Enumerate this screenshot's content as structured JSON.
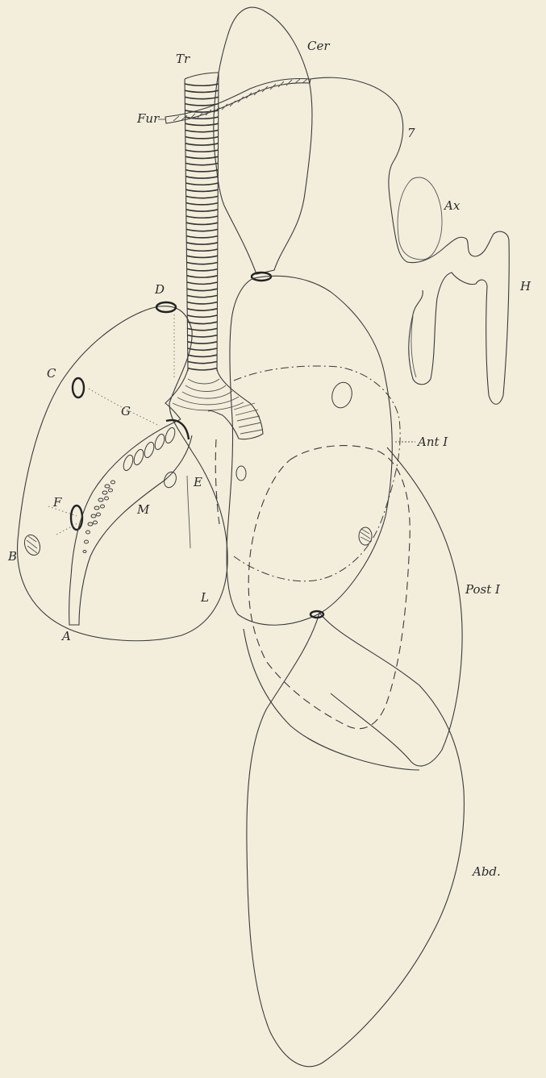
{
  "labels": {
    "tr": "Tr",
    "cer": "Cer",
    "fur": "Fur",
    "seven": "7",
    "ax": "Ax",
    "h": "H",
    "d": "D",
    "c": "C",
    "g": "G",
    "ant_i": "Ant I",
    "e": "E",
    "f": "F",
    "m": "M",
    "b": "B",
    "l": "L",
    "post_i": "Post I",
    "a": "A",
    "abd": "Abd."
  },
  "colors": {
    "paper": "#f3eedb",
    "ink": "#3a3a3a"
  }
}
